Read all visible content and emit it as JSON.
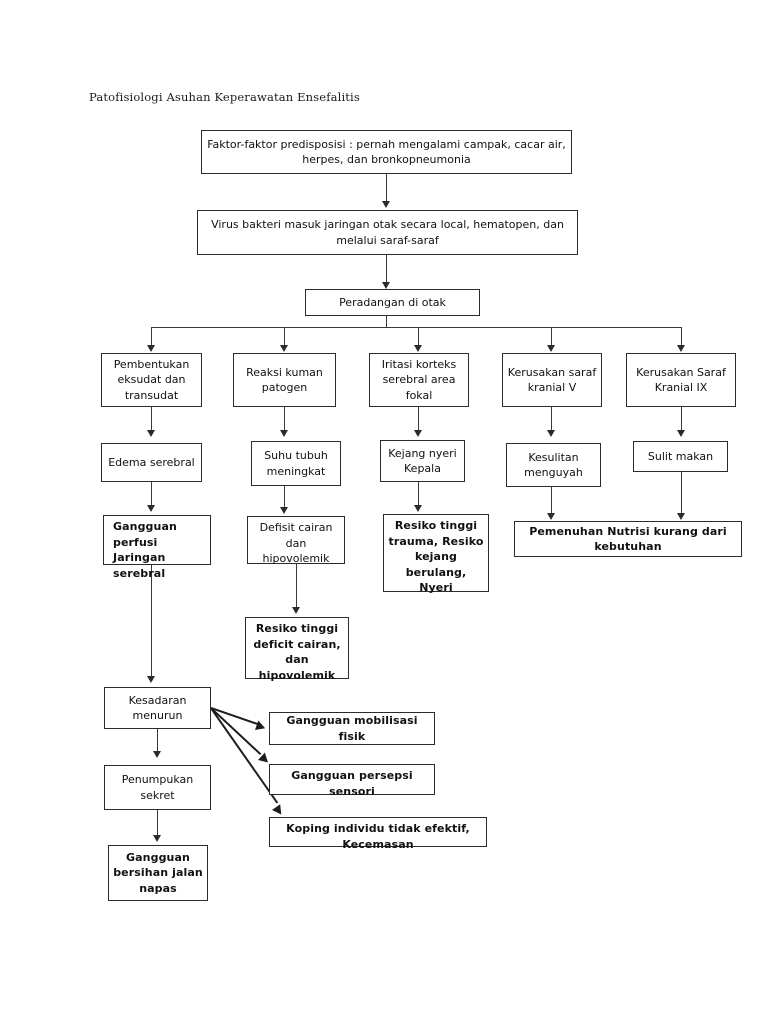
{
  "title": "Patofisiologi Asuhan Keperawatan Ensefalitis",
  "nodes": {
    "predisposisi": "Faktor-faktor predisposisi : pernah mengalami campak, cacar air, herpes, dan bronkopneumonia",
    "virus": "Virus bakteri masuk jaringan otak secara local, hematopen, dan melalui saraf-saraf",
    "peradangan": "Peradangan di otak",
    "eksudat": "Pembentukan eksudat dan transudat",
    "reaksi": "Reaksi kuman patogen",
    "iritasi": "Iritasi korteks serebral area fokal",
    "kranial_v": "Kerusakan saraf kranial V",
    "kranial_ix": "Kerusakan Saraf Kranial IX",
    "edema": "Edema serebral",
    "suhu": "Suhu tubuh meningkat",
    "kejang": "Kejang nyeri Kepala",
    "mengunyah": "Kesulitan menguyah",
    "sulit_makan": "Sulit makan",
    "perfusi": "Gangguan perfusi Jaringan serebral",
    "defisit_cairan": "Defisit cairan dan hipovolemik",
    "resiko_trauma": "Resiko tinggi trauma, Resiko kejang berulang, Nyeri",
    "nutrisi": "Pemenuhan Nutrisi kurang dari kebutuhan",
    "resiko_deficit": "Resiko tinggi deficit cairan, dan hipovolemik",
    "kesadaran": "Kesadaran menurun",
    "penumpukan": "Penumpukan sekret",
    "bersihan": "Gangguan bersihan jalan napas",
    "mobilisasi": "Gangguan mobilisasi fisik",
    "persepsi": "Gangguan persepsi sensori",
    "koping": "Koping individu tidak efektif, Kecemasan"
  },
  "colors": {
    "border": "#2b2b2b",
    "connector": "#3a3a3a",
    "text": "#111111",
    "background": "#ffffff"
  }
}
